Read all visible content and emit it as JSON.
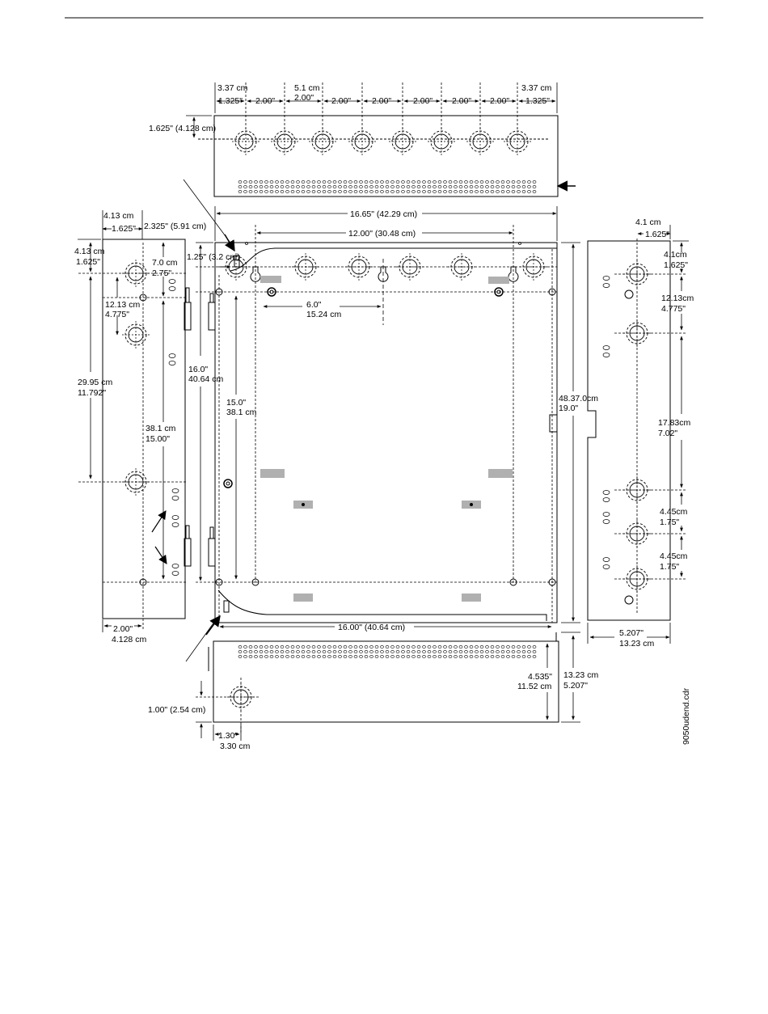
{
  "labels": {
    "top_left_cm": "3.37 cm",
    "top_left_in": "1.325\"",
    "top_first_spacing": "2.00\"",
    "top_spacing_cm": "5.1 cm",
    "top_spacing_in": "2.00\"",
    "top_spacing_3": "2.00\"",
    "top_spacing_4": "2.00\"",
    "top_spacing_5": "2.00\"",
    "top_spacing_6": "2.00\"",
    "top_spacing_7": "2.00\"",
    "top_right_cm": "3.37 cm",
    "top_right_in": "1.325\"",
    "top_row_height": "1.625\" (4.128 cm)",
    "overall_width": "16.65\" (42.29 cm)",
    "keyhole_spacing": "12.00\" (30.48 cm)",
    "corner_offset": "2.325\" (5.91 cm)",
    "tab_offset": "1.25\" (3.2 cm)",
    "left_top_cm": "4.13  cm",
    "left_top_in": "1.625\"",
    "left_side_cm": "4.13 cm",
    "left_side_in": "1.625\"",
    "left_7_cm": "7.0 cm",
    "left_7_in": "2.75\"",
    "left_12_cm": "12.13 cm",
    "left_12_in": "4.775\"",
    "left_29_cm": "29.95 cm",
    "left_29_in": "11.792\"",
    "left_38_cm": "38.1 cm",
    "left_38_in": "15.00\"",
    "back_16_in": "16.0\"",
    "back_16_cm": "40.64 cm",
    "back_15_in": "15.0\"",
    "back_15_cm": "38.1 cm",
    "center_6_in": "6.0\"",
    "center_6_cm": "15.24 cm",
    "height_cm": "48.37.0cm",
    "height_in": "19.0\"",
    "bottom_width": "16.00\" (40.64 cm)",
    "left_bottom_in": "2.00\"",
    "left_bottom_cm": "4.128  cm",
    "right_top_cm": "4.1 cm",
    "right_top_in": "1.625\"",
    "right_side_cm": "4.1cm",
    "right_side_in": "1.625\"",
    "right_12_cm": "12.13cm",
    "right_12_in": "4.775\"",
    "right_17_cm": "17.83cm",
    "right_17_in": "7.02\"",
    "right_445a_cm": "4.45cm",
    "right_445a_in": "1.75\"",
    "right_445b_cm": "4.45cm",
    "right_445b_in": "1.75\"",
    "right_bottom_in": "5.207\"",
    "right_bottom_cm": "13.23 cm",
    "bottom_4535_in": "4.535\"",
    "bottom_4535_cm": "11.52 cm",
    "bottom_1323_cm": "13.23 cm",
    "bottom_1323_in": "5.207\"",
    "bottom_ko_offset": "1.00\" (2.54 cm)",
    "bottom_130_in": "1.30\"",
    "bottom_130_cm": "3.30 cm",
    "file_name": "9050udend.cdr"
  }
}
